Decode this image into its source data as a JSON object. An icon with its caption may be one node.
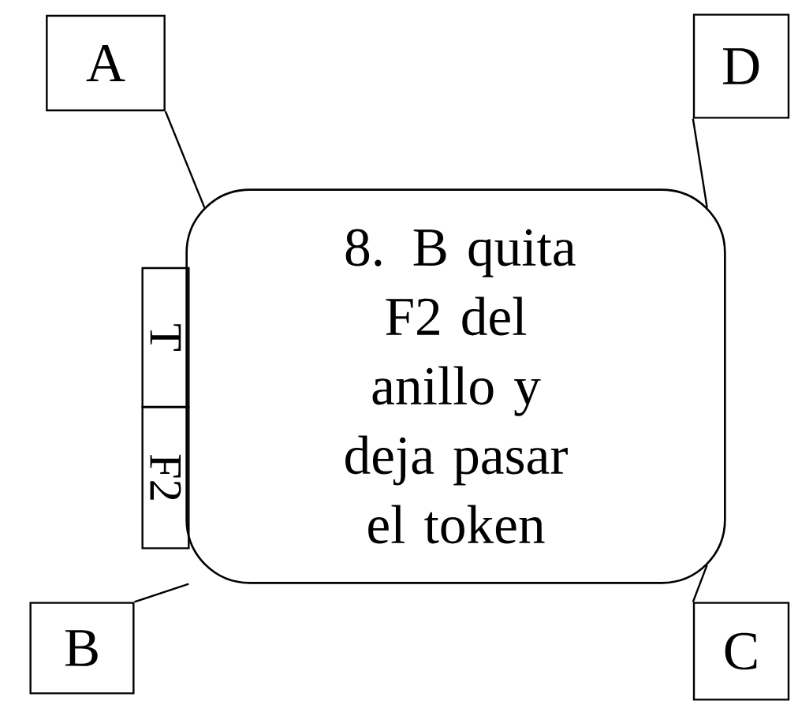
{
  "diagram": {
    "nodes": [
      {
        "text": [
          "8. B quita F2 del anillo y deja pasar el token"
        ]
      },
      {
        "text": [
          "T"
        ]
      },
      {
        "text": [
          "F2"
        ]
      },
      {
        "text": [
          "A"
        ]
      },
      {
        "text": [
          "D"
        ]
      },
      {
        "text": [
          "B"
        ]
      },
      {
        "text": [
          "C"
        ]
      }
    ],
    "edges": [
      {
        "from": 3,
        "to": 0,
        "arrow": "none"
      },
      {
        "from": 4,
        "to": 0,
        "arrow": "none"
      },
      {
        "from": 5,
        "to": 0,
        "arrow": "none"
      },
      {
        "from": 6,
        "to": 0,
        "arrow": "none"
      }
    ]
  }
}
